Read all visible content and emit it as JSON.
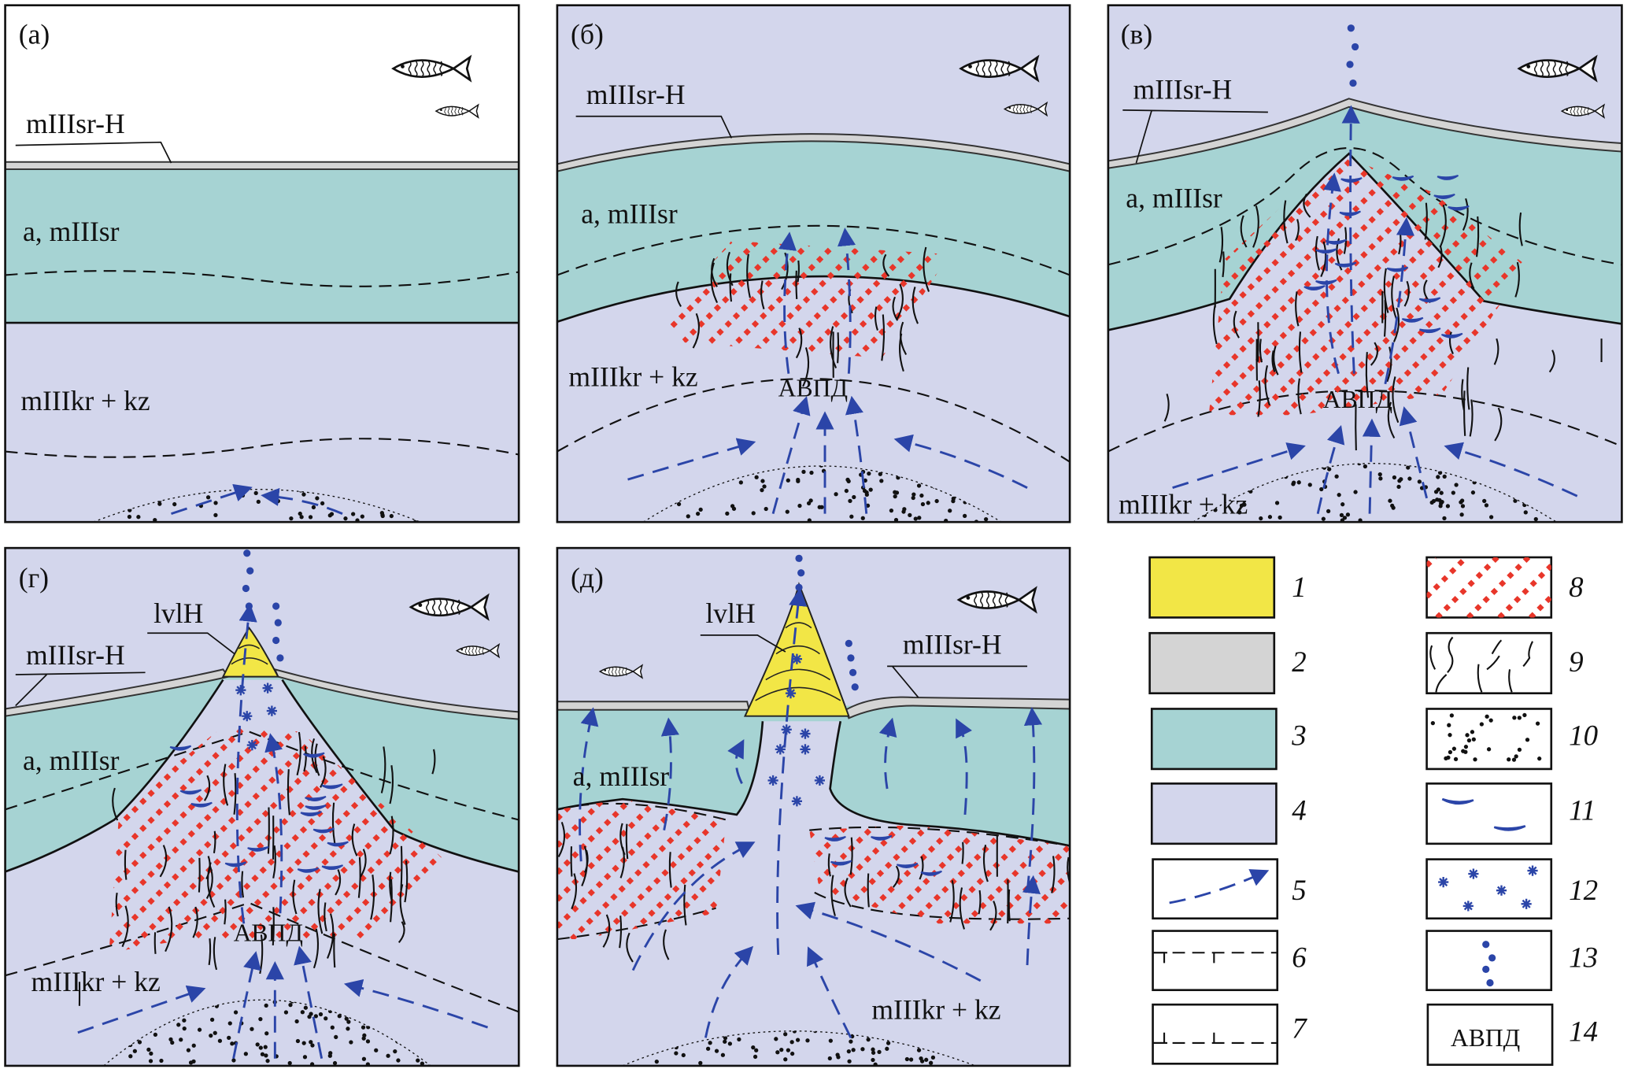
{
  "panels": [
    {
      "id": "a",
      "label": "(а)",
      "strata": {
        "top": "mIIIsr-H",
        "middle": "a, mIIIsr",
        "bottom": "mIIIkr + kz"
      }
    },
    {
      "id": "b",
      "label": "(б)",
      "strata": {
        "top": "mIIIsr-H",
        "middle": "a, mIIIsr",
        "bottom": "mIIIkr + kz"
      },
      "pressure": "АВПД"
    },
    {
      "id": "v",
      "label": "(в)",
      "strata": {
        "top": "mIIIsr-H",
        "middle": "a, mIIIsr",
        "bottom": "mIIIkr + kz"
      },
      "pressure": "АВПД"
    },
    {
      "id": "g",
      "label": "(г)",
      "strata": {
        "top": "mIIIsr-H",
        "middle": "a, mIIIsr",
        "bottom": "mIIIkr + kz",
        "volcano": "lvlH"
      },
      "pressure": "АВПД"
    },
    {
      "id": "d",
      "label": "(д)",
      "strata": {
        "top": "mIIIsr-H",
        "middle": "a, mIIIsr",
        "bottom": "mIIIkr + kz",
        "volcano": "lvlH"
      }
    }
  ],
  "legend": [
    {
      "num": "1",
      "kind": "yellow-fill",
      "color": "#f2e646"
    },
    {
      "num": "2",
      "kind": "gray-fill",
      "color": "#d4d4d4"
    },
    {
      "num": "3",
      "kind": "teal-fill",
      "color": "#a6d3d3"
    },
    {
      "num": "4",
      "kind": "lavender-fill",
      "color": "#d3d6ec"
    },
    {
      "num": "5",
      "kind": "flow-arrow"
    },
    {
      "num": "6",
      "kind": "boundary-ticks-down"
    },
    {
      "num": "7",
      "kind": "boundary-ticks-up"
    },
    {
      "num": "8",
      "kind": "red-hatch",
      "color": "#e8362a"
    },
    {
      "num": "9",
      "kind": "fractures"
    },
    {
      "num": "10",
      "kind": "sand-dots"
    },
    {
      "num": "11",
      "kind": "blue-lenses",
      "color": "#2b45a8"
    },
    {
      "num": "12",
      "kind": "blue-asterisks"
    },
    {
      "num": "13",
      "kind": "blue-dots"
    },
    {
      "num": "14",
      "kind": "text-box",
      "text": "АВПД"
    }
  ]
}
